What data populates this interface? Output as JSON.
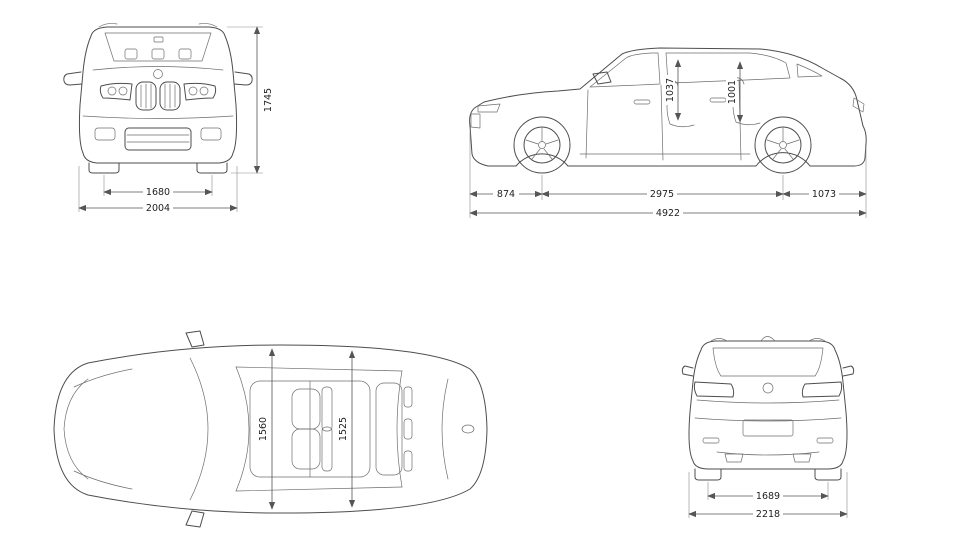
{
  "page": {
    "title": "Vehicle dimensions diagram"
  },
  "views": {
    "front": {
      "name": "front-view",
      "dims": {
        "height": "1745",
        "track": "1680",
        "width": "2004"
      }
    },
    "side": {
      "name": "side-view",
      "dims": {
        "headroom_front": "1037",
        "headroom_rear": "1001",
        "front_overhang": "874",
        "wheelbase": "2975",
        "rear_overhang": "1073",
        "length": "4922"
      }
    },
    "top": {
      "name": "top-view",
      "dims": {
        "shoulder_front": "1560",
        "shoulder_rear": "1525"
      }
    },
    "rear": {
      "name": "rear-view",
      "dims": {
        "track": "1689",
        "width_incl_mirrors": "2218"
      }
    }
  },
  "colors": {
    "line": "#4d4d4d",
    "dim_line": "#555555",
    "text": "#222222",
    "background": "#ffffff"
  }
}
